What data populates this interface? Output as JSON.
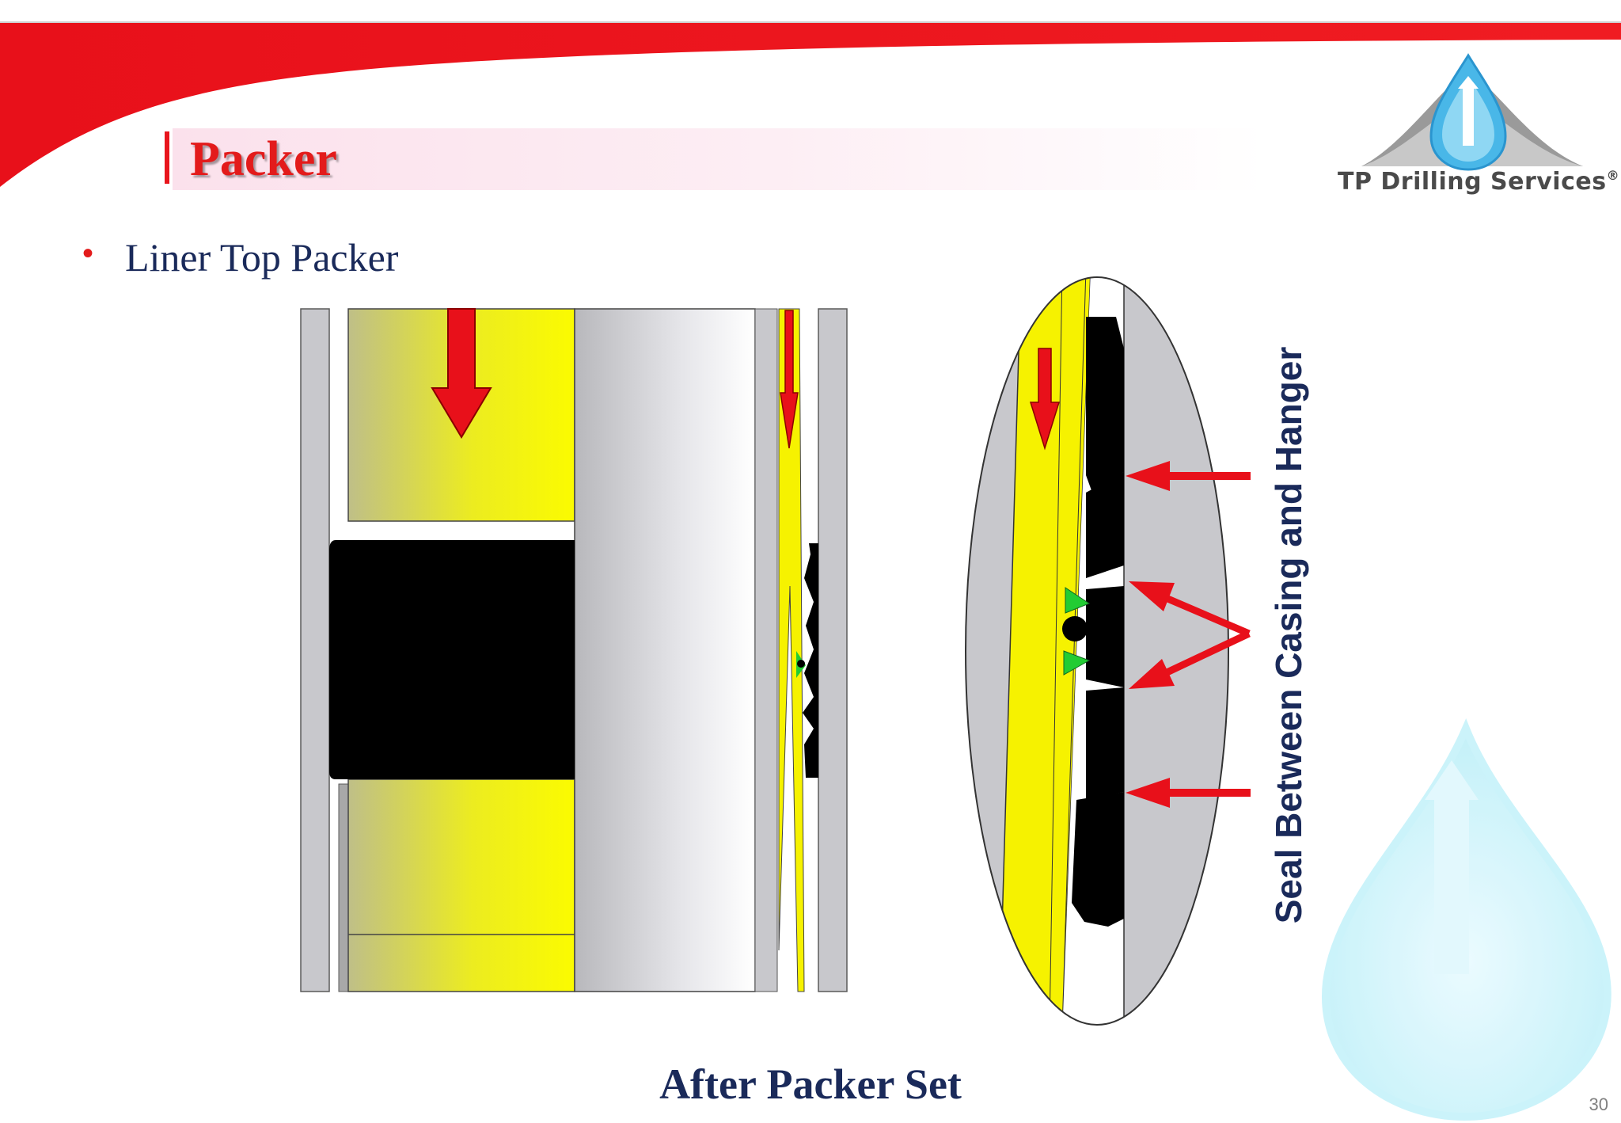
{
  "slide": {
    "title": "Packer",
    "bullet": "Liner Top Packer",
    "caption": "After Packer Set",
    "page_number": "30",
    "side_label": "Seal Between Casing and Hanger"
  },
  "logo": {
    "text": "TP Drilling Services",
    "registered_mark": "®"
  },
  "colors": {
    "accent_red": "#e31b1b",
    "navy": "#1a2a5a",
    "packer_yellow": "#f6f200",
    "casing_gray": "#c8c8cc",
    "element_black": "#000000",
    "seal_green": "#22cc33"
  },
  "icons": [
    "tp-drilling-logo-icon",
    "watermark-drop-icon",
    "down-arrow-icon",
    "pointer-arrow-icon"
  ]
}
